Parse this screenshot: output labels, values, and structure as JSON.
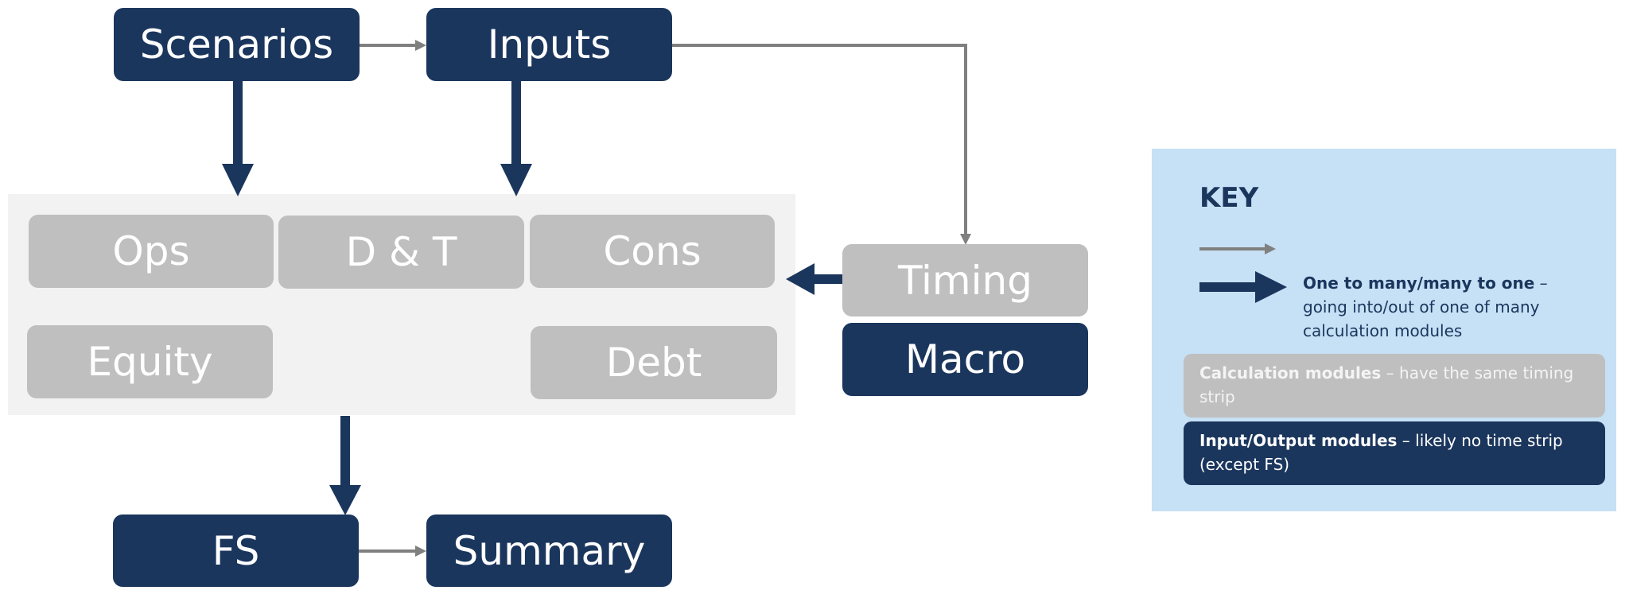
{
  "nodes": {
    "scenarios": "Scenarios",
    "inputs": "Inputs",
    "ops": "Ops",
    "dt": "D & T",
    "cons": "Cons",
    "equity": "Equity",
    "debt": "Debt",
    "timing": "Timing",
    "macro": "Macro",
    "fs": "FS",
    "summary": "Summary"
  },
  "key": {
    "title": "KEY",
    "many_bold": "One to many/many to one",
    "many_text": " – going into/out of one of many calculation modules",
    "calc_bold": "Calculation modules",
    "calc_text": " – have the same timing strip",
    "io_bold": "Input/Output modules",
    "io_text": " – likely no time strip (except FS)"
  },
  "colors": {
    "dark": "#1b365d",
    "gray": "#bfbfbf",
    "panel": "#f2f2f2",
    "key_bg": "#c6e0f5",
    "thin_arrow": "#808080"
  }
}
